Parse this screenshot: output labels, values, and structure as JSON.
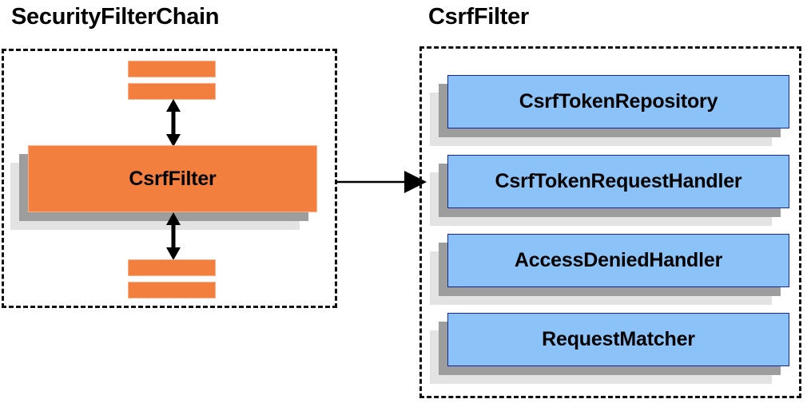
{
  "diagram": {
    "title_left": "SecurityFilterChain",
    "title_right": "CsrfFilter",
    "colors": {
      "orange_fill": "#f37f3f",
      "orange_border": "#f9b089",
      "blue_fill": "#8bc2f7",
      "blue_border": "#16249a",
      "shadow_near": "#9d9d9d",
      "shadow_far": "#e3e3e3",
      "stroke": "#000000",
      "panel_border": "#111111"
    },
    "left_panel": {
      "filter_label": "CsrfFilter",
      "stub_bars": [
        {
          "name": "filter-stub-top-1"
        },
        {
          "name": "filter-stub-top-2"
        },
        {
          "name": "filter-stub-bottom-1"
        },
        {
          "name": "filter-stub-bottom-2"
        }
      ],
      "connectors": [
        {
          "name": "arrow-up-down-above-csrffilter",
          "type": "double-headed-vertical"
        },
        {
          "name": "arrow-up-down-below-csrffilter",
          "type": "double-headed-vertical"
        }
      ]
    },
    "right_panel": {
      "collaborators": [
        {
          "label": "CsrfTokenRepository"
        },
        {
          "label": "CsrfTokenRequestHandler"
        },
        {
          "label": "AccessDeniedHandler"
        },
        {
          "label": "RequestMatcher"
        }
      ]
    },
    "cross_panel_connector": {
      "name": "arrow-csrffilter-to-detail",
      "type": "single-headed-horizontal"
    }
  }
}
